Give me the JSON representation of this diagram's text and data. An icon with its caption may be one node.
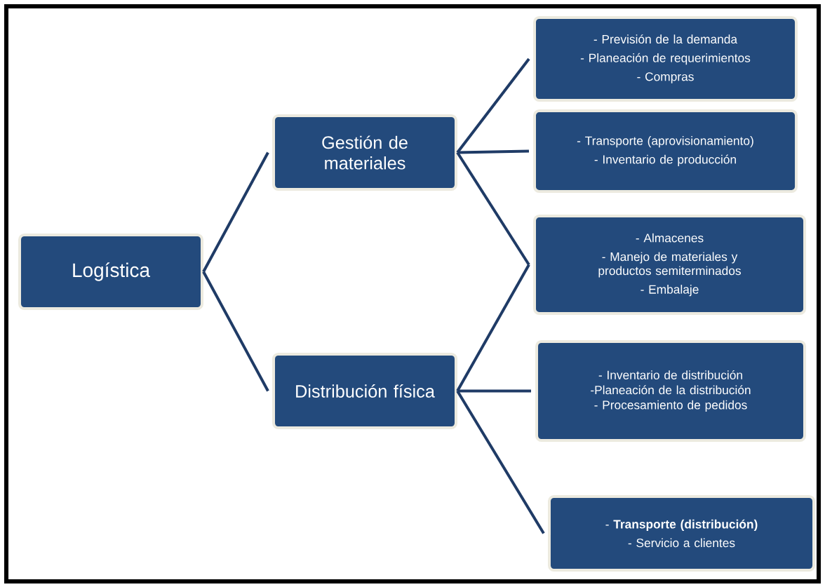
{
  "diagram": {
    "nodes": [
      {
        "text": [
          "Logística"
        ]
      },
      {
        "text": [
          "Gestión de materiales"
        ]
      },
      {
        "text": [
          "Distribución física"
        ]
      },
      {
        "text": [
          "- Previsión de la demanda",
          "-  Planeación  de  requerimientos",
          "- Compras"
        ]
      },
      {
        "text": [
          "- Transporte (aprovisionamiento)",
          "- Inventario de producción"
        ]
      },
      {
        "text": [
          "- Almacenes",
          "- Manejo de materiales y productos semiterminados",
          "- Embalaje"
        ]
      },
      {
        "text": [
          "- Inventario de distribución",
          "-Planeación de la distribución",
          "- Procesamiento de pedidos"
        ]
      },
      {
        "text": [
          "- **Transporte (distribución)**",
          "- Servicio a clientes"
        ]
      }
    ],
    "edges": [
      {
        "from": 0,
        "to": 1,
        "arrow": "none"
      },
      {
        "from": 0,
        "to": 2,
        "arrow": "none"
      },
      {
        "from": 1,
        "to": 3,
        "arrow": "none"
      },
      {
        "from": 1,
        "to": 4,
        "arrow": "none"
      },
      {
        "from": 1,
        "to": 5,
        "arrow": "none"
      },
      {
        "from": 2,
        "to": 5,
        "arrow": "none"
      },
      {
        "from": 2,
        "to": 6,
        "arrow": "none"
      },
      {
        "from": 2,
        "to": 7,
        "arrow": "none"
      }
    ]
  }
}
